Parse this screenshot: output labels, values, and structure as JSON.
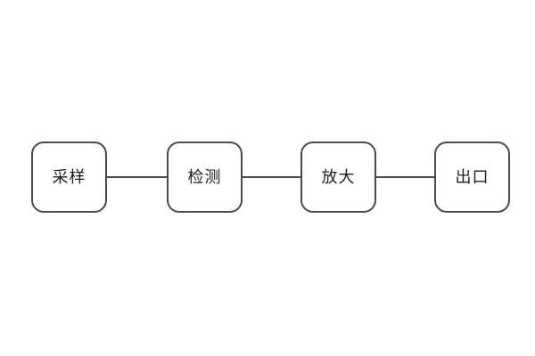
{
  "diagram": {
    "type": "flowchart",
    "orientation": "horizontal",
    "background_color": "#ffffff",
    "node_border_color": "#4a4a4a",
    "node_fill_color": "#ffffff",
    "connector_color": "#4a4a4a",
    "text_color": "#1f1f1f",
    "nodes": [
      {
        "id": "sampling",
        "label": "采样"
      },
      {
        "id": "detection",
        "label": "检测"
      },
      {
        "id": "amplification",
        "label": "放大"
      },
      {
        "id": "outlet",
        "label": "出口"
      }
    ],
    "connections": [
      {
        "from": "sampling",
        "to": "detection"
      },
      {
        "from": "detection",
        "to": "amplification"
      },
      {
        "from": "amplification",
        "to": "outlet"
      }
    ]
  }
}
